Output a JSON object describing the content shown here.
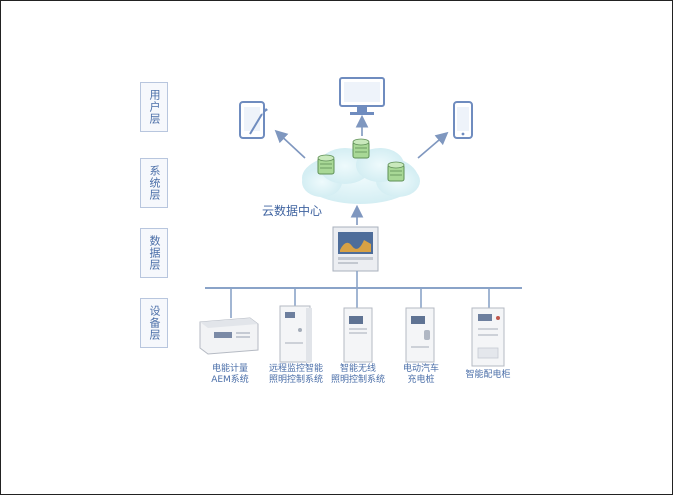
{
  "layers": [
    {
      "label": "用户层"
    },
    {
      "label": "系统层"
    },
    {
      "label": "数据层"
    },
    {
      "label": "设备层"
    }
  ],
  "cloud": {
    "label": "云数据中心"
  },
  "clients": [
    {
      "icon": "tablet-pen-icon"
    },
    {
      "icon": "desktop-monitor-icon"
    },
    {
      "icon": "smartphone-icon"
    }
  ],
  "devices": [
    {
      "line1": "电能计量",
      "line2": "AEM系统"
    },
    {
      "line1": "远程监控智能",
      "line2": "照明控制系统"
    },
    {
      "line1": "智能无线",
      "line2": "照明控制系统"
    },
    {
      "line1": "电动汽车",
      "line2": "充电桩"
    },
    {
      "line1": "智能配电柜",
      "line2": ""
    }
  ],
  "colors": {
    "line": "#8aa3c8",
    "text": "#4a6ea8",
    "cloud": "#dff2f5",
    "server": "#9cd08a"
  }
}
